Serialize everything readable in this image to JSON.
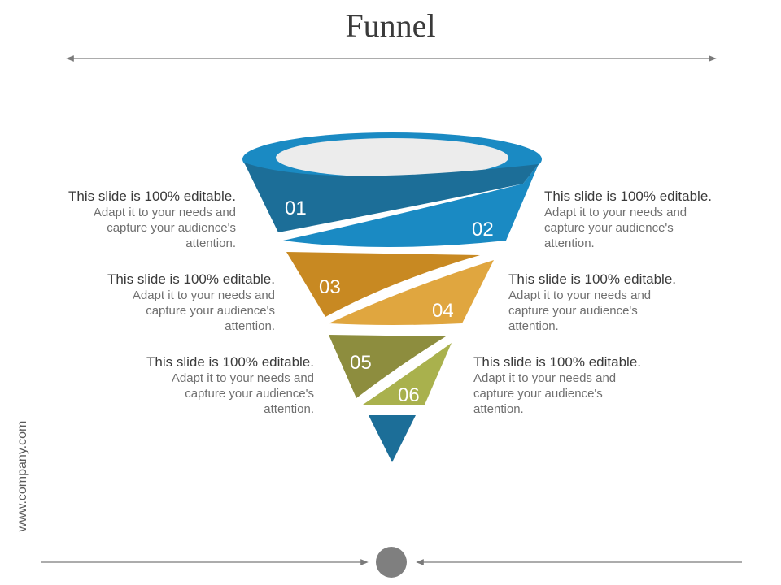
{
  "title": "Funnel",
  "footer": {
    "url": "www.company.com"
  },
  "colors": {
    "blue_dark": "#1c6e98",
    "blue": "#1a8ac3",
    "orange_dark": "#c88922",
    "orange": "#e0a63f",
    "olive_dark": "#8d8d3e",
    "olive": "#a9b14d",
    "tip": "#1c6e98"
  },
  "segments": [
    {
      "number": "01"
    },
    {
      "number": "02"
    },
    {
      "number": "03"
    },
    {
      "number": "04"
    },
    {
      "number": "05"
    },
    {
      "number": "06"
    }
  ],
  "labels": [
    {
      "heading": "This slide is 100% editable.",
      "body": "Adapt it to your needs and capture your audience's attention."
    },
    {
      "heading": "This slide is 100% editable.",
      "body": "Adapt it to your needs and capture your audience's attention."
    },
    {
      "heading": "This slide is 100% editable.",
      "body": "Adapt it to your needs and capture your audience's attention."
    },
    {
      "heading": "This slide is 100% editable.",
      "body": "Adapt it to your needs and capture your audience's attention."
    },
    {
      "heading": "This slide is 100% editable.",
      "body": "Adapt it to your needs and capture your audience's attention."
    },
    {
      "heading": "This slide is 100% editable.",
      "body": "Adapt it to your needs and capture your audience's attention."
    }
  ]
}
